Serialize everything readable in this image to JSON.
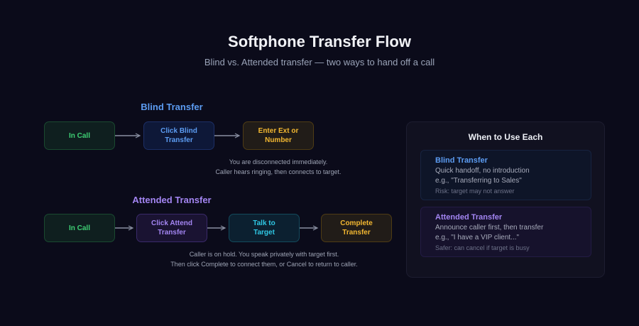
{
  "header": {
    "title": "Softphone Transfer Flow",
    "subtitle": "Blind vs. Attended transfer — two ways to hand off a call"
  },
  "blind": {
    "label": "Blind Transfer",
    "label_color": "#5c9cf2",
    "steps": [
      {
        "text": "In Call",
        "color": "#3ecf74"
      },
      {
        "text": "Click Blind Transfer",
        "color": "#5c9cf2"
      },
      {
        "text": "Enter Ext or Number",
        "color": "#f2b731"
      }
    ],
    "note_lines": [
      "You are disconnected immediately.",
      "Caller hears ringing, then connects to target."
    ]
  },
  "attended": {
    "label": "Attended Transfer",
    "label_color": "#a385f2",
    "steps": [
      {
        "text": "In Call",
        "color": "#3ecf74"
      },
      {
        "text": "Click Attend Transfer",
        "color": "#a385f2"
      },
      {
        "text": "Talk to Target",
        "color": "#2fc7e4"
      },
      {
        "text": "Complete Transfer",
        "color": "#f2b731"
      }
    ],
    "note_lines": [
      "Caller is on hold. You speak privately with target first.",
      "Then click Complete to connect them, or Cancel to return to caller."
    ]
  },
  "panel": {
    "title": "When to Use Each",
    "cards": [
      {
        "heading": "Blind Transfer",
        "line1": "Quick handoff, no introduction",
        "line2": "e.g., \"Transferring to Sales\"",
        "note": "Risk: target may not answer"
      },
      {
        "heading": "Attended Transfer",
        "line1": "Announce caller first, then transfer",
        "line2": "e.g., \"I have a VIP client...\"",
        "note": "Safer: can cancel if target is busy"
      }
    ]
  }
}
